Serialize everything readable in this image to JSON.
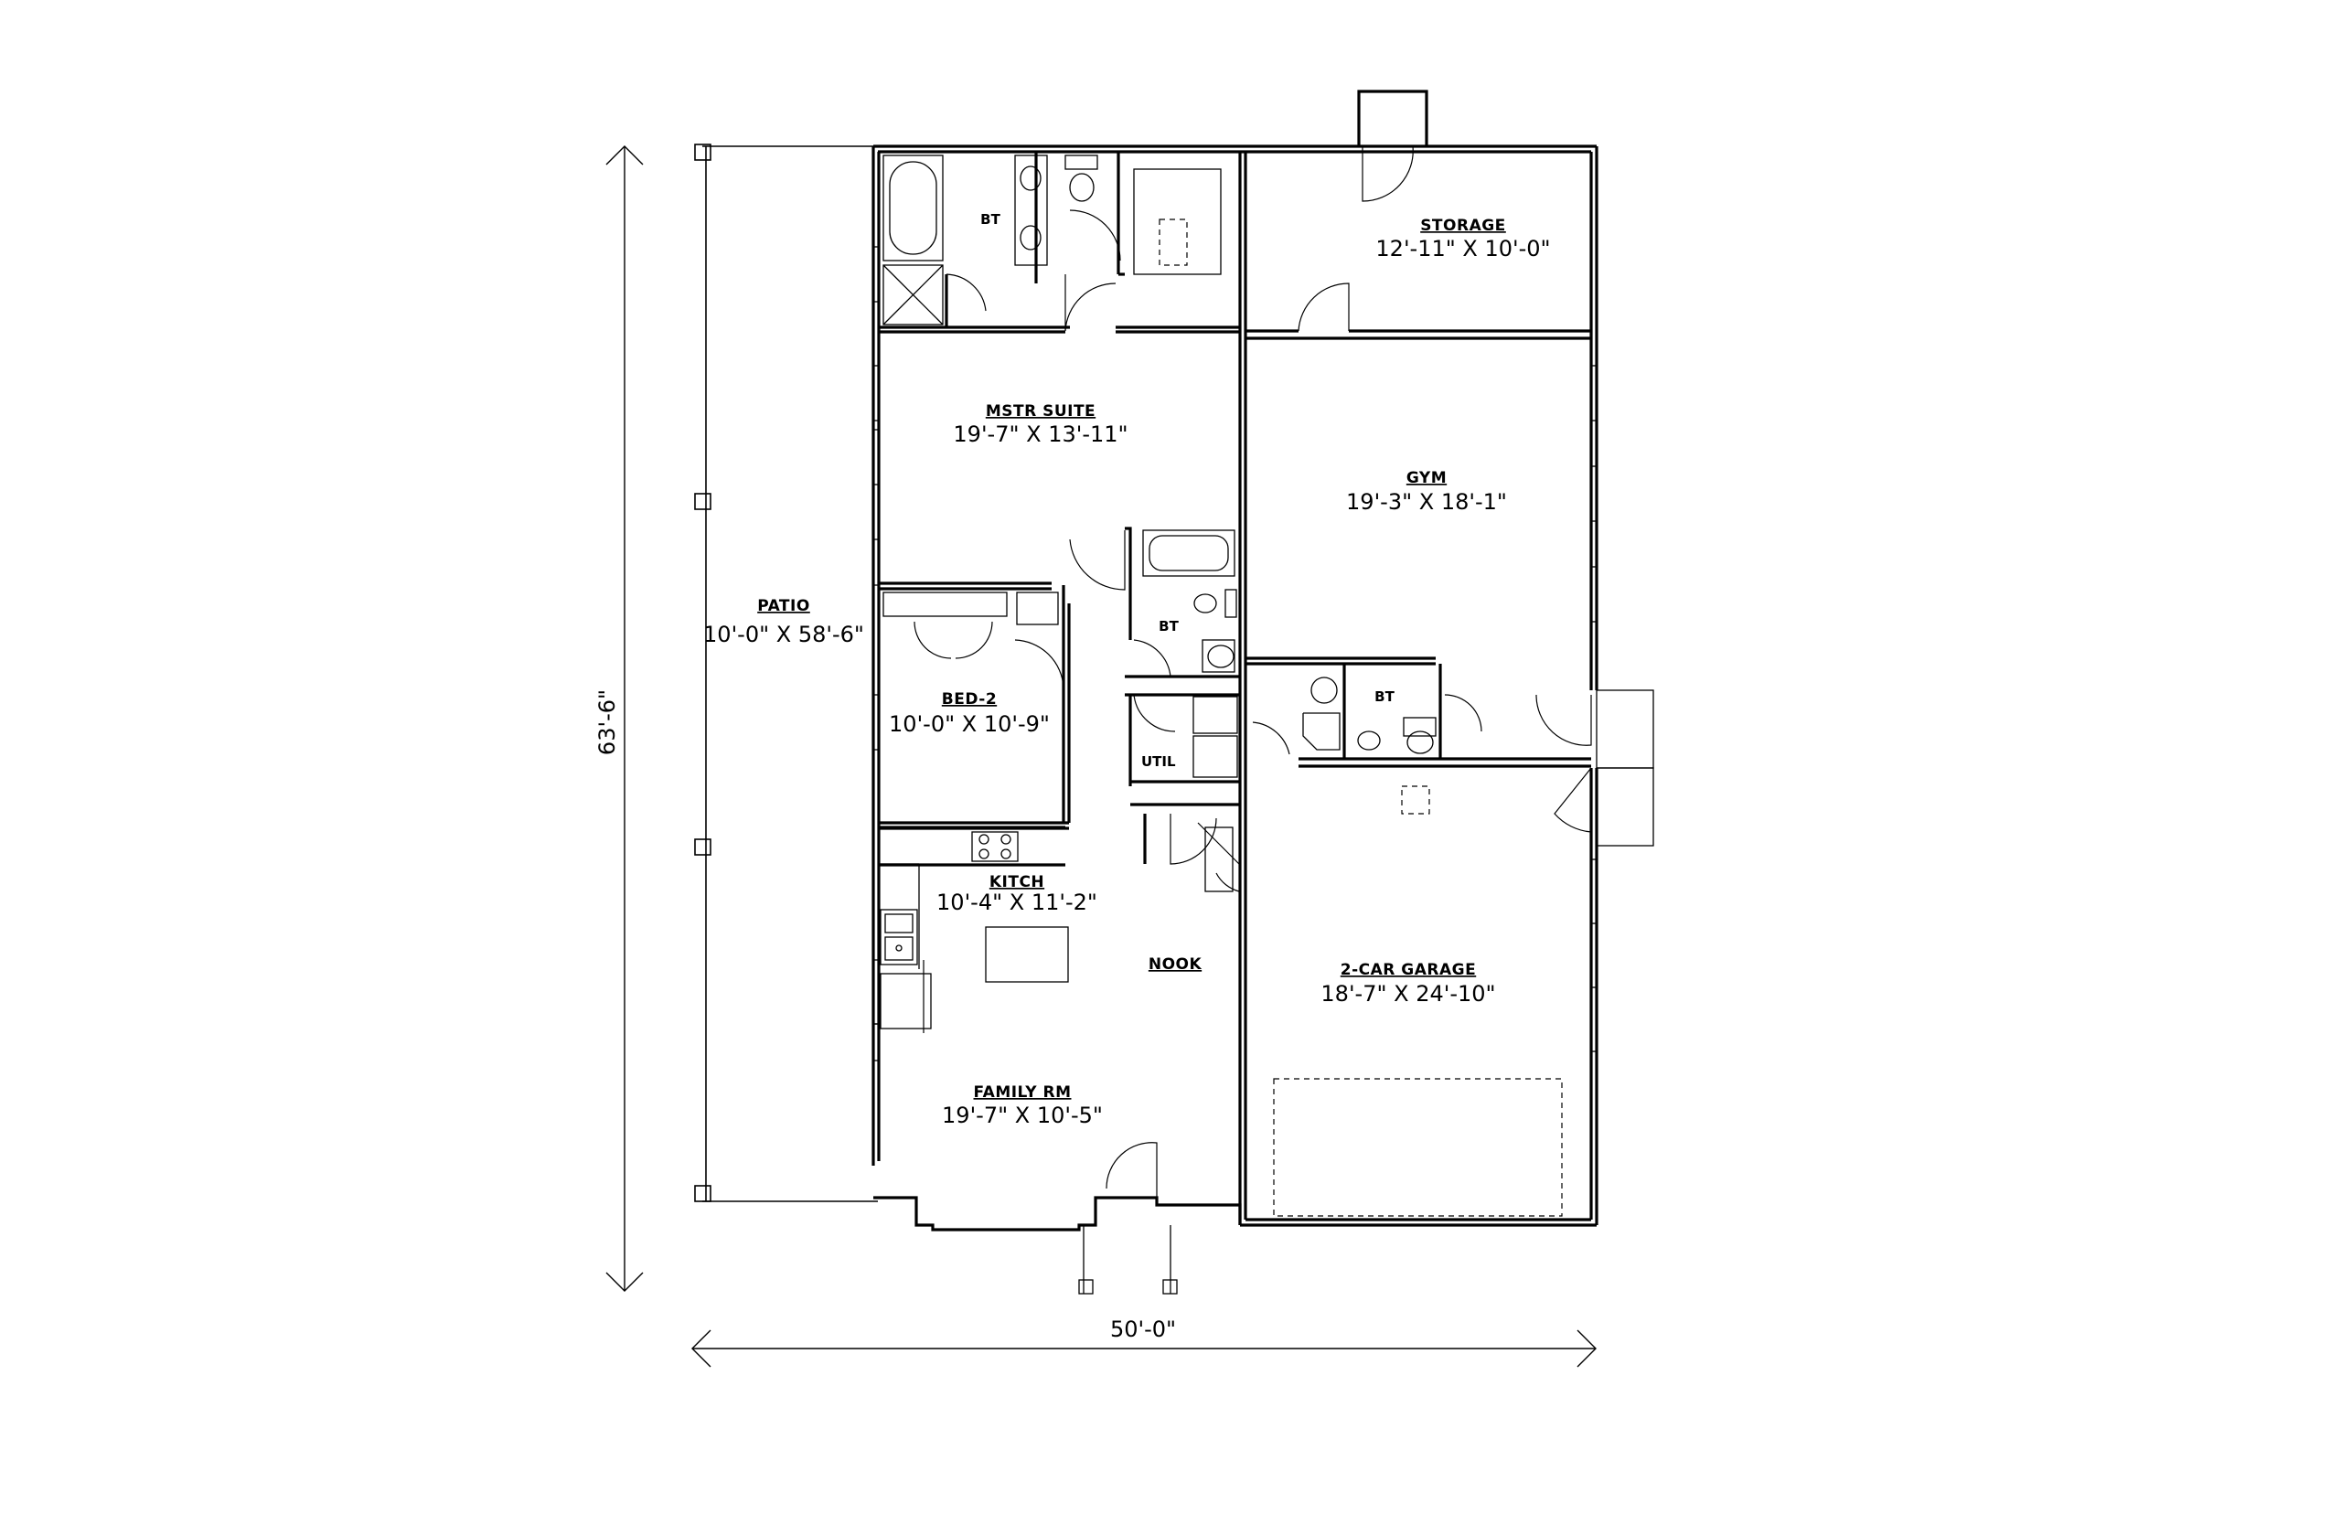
{
  "rooms": {
    "storage": {
      "name": "STORAGE",
      "dim": "12'-11\" X 10'-0\""
    },
    "mstr_suite": {
      "name": "MSTR SUITE",
      "dim": "19'-7\" X 13'-11\""
    },
    "gym": {
      "name": "GYM",
      "dim": "19'-3\" X 18'-1\""
    },
    "patio": {
      "name": "PATIO",
      "dim": "10'-0\" X 58'-6\""
    },
    "bed2": {
      "name": "BED-2",
      "dim": "10'-0\" X 10'-9\""
    },
    "kitch": {
      "name": "KITCH",
      "dim": "10'-4\" X 11'-2\""
    },
    "nook": {
      "name": "NOOK"
    },
    "garage": {
      "name": "2-CAR GARAGE",
      "dim": "18'-7\" X 24'-10\""
    },
    "family": {
      "name": "FAMILY RM",
      "dim": "19'-7\" X 10'-5\""
    }
  },
  "labels": {
    "bath_master": "BT",
    "bath_hall": "BT",
    "bath_gym": "BT",
    "util": "UTIL"
  },
  "dimensions": {
    "overall_width": "50'-0\"",
    "overall_depth": "63'-6\""
  }
}
